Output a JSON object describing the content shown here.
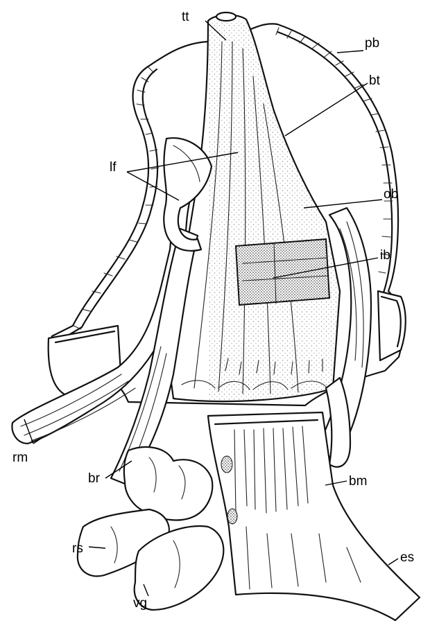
{
  "figure": {
    "labels": {
      "tt": "tt",
      "pb": "pb",
      "bt": "bt",
      "lf": "lf",
      "ob": "ob",
      "ib": "ib",
      "rm": "rm",
      "br": "br",
      "bm": "bm",
      "rs": "rs",
      "vg": "vg",
      "es": "es"
    }
  }
}
